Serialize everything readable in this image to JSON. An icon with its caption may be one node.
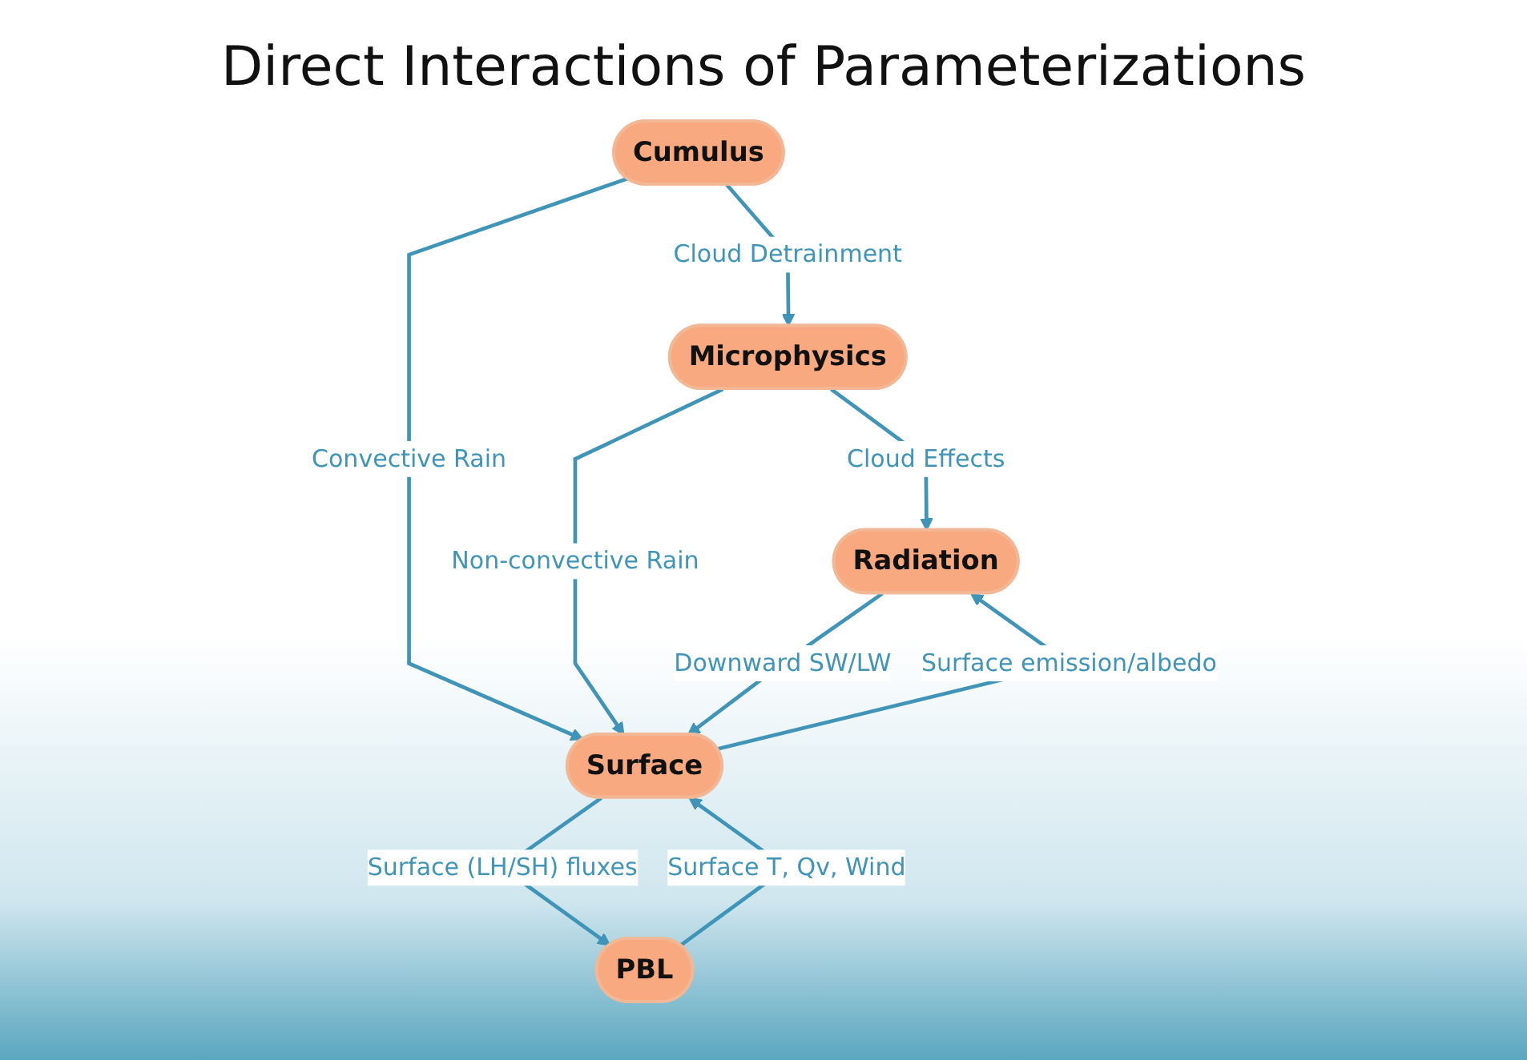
{
  "diagram": {
    "title": "Direct Interactions of Parameterizations",
    "nodes": [
      {
        "text": [
          "Cumulus"
        ]
      },
      {
        "text": [
          "Microphysics"
        ]
      },
      {
        "text": [
          "PBL"
        ]
      },
      {
        "text": [
          "Radiation"
        ]
      },
      {
        "text": [
          "Surface"
        ]
      }
    ],
    "edges": [
      {
        "from": 0,
        "to": 1,
        "arrow": "to",
        "label": "Cloud Detrainment"
      },
      {
        "from": 1,
        "to": 3,
        "arrow": "to",
        "label": "Cloud Effects"
      },
      {
        "from": 0,
        "to": 4,
        "arrow": "to",
        "label": "Convective Rain"
      },
      {
        "from": 1,
        "to": 4,
        "arrow": "to",
        "label": "Non-convective Rain"
      },
      {
        "from": 2,
        "to": 4,
        "arrow": "to",
        "label": "Surface T, Qv, Wind"
      },
      {
        "from": 3,
        "to": 4,
        "arrow": "to",
        "label": "Downward SW/LW"
      },
      {
        "from": 4,
        "to": 2,
        "arrow": "to",
        "label": "Surface (LH/SH) fluxes"
      },
      {
        "from": 4,
        "to": 3,
        "arrow": "to",
        "label": "Surface emission/albedo"
      }
    ]
  }
}
